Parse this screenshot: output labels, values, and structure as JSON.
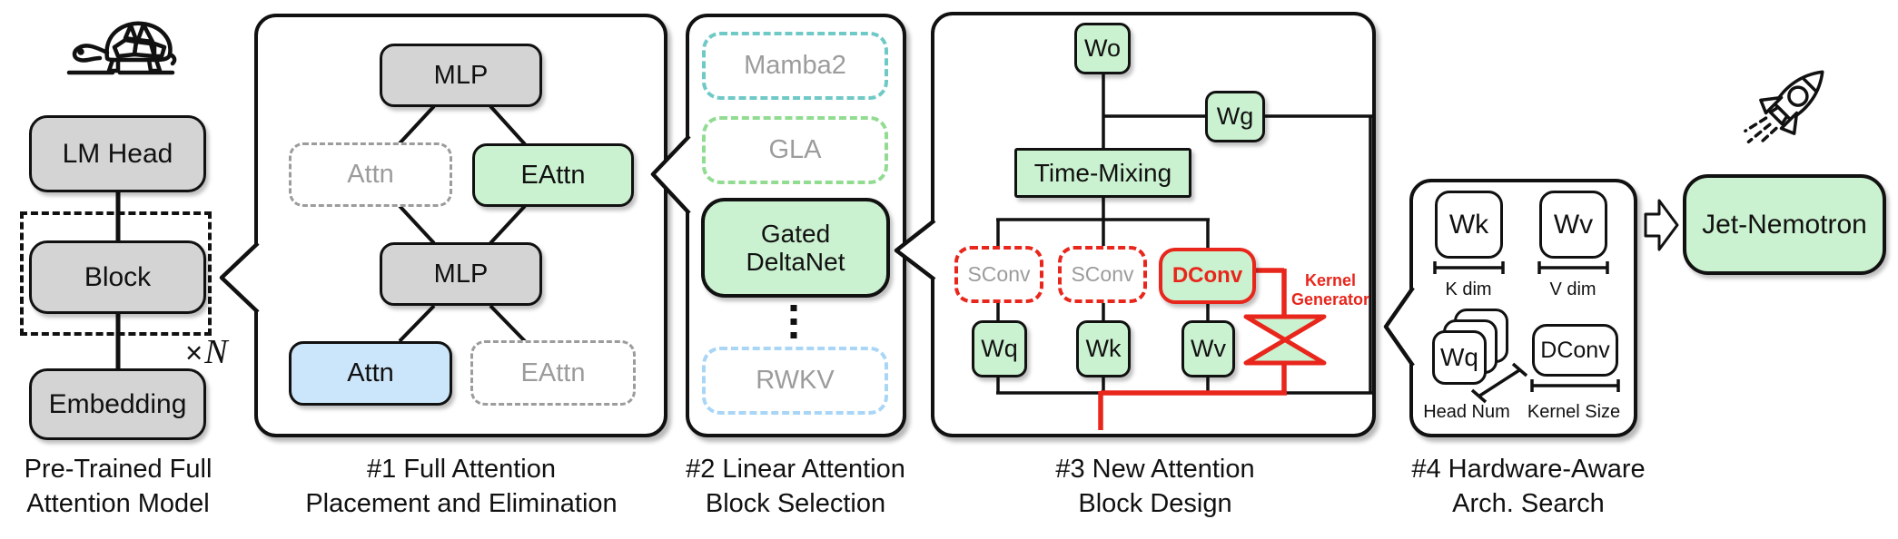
{
  "colors": {
    "box_gray": "#D4D4D4",
    "accent_green": "#CBF2D0",
    "accent_blue": "#CBE6FA",
    "accent_red": "#E8261C",
    "dash_teal": "#6FC9C6",
    "dash_green": "#92DC92",
    "dash_blue": "#A9D6F7",
    "muted_text": "#9C9C9C"
  },
  "pretrained": {
    "icon": "turtle-icon",
    "lm_head": "LM Head",
    "block": "Block",
    "embedding": "Embedding",
    "multiplier": "×",
    "multiplier_n": "N",
    "caption": [
      "Pre-Trained Full",
      "Attention Model"
    ]
  },
  "step1": {
    "caption": [
      "#1 Full Attention",
      "Placement and Elimination"
    ],
    "mlp_top": "MLP",
    "attn_pruned": "Attn",
    "eattn_selected": "EAttn",
    "mlp_bottom": "MLP",
    "attn_kept": "Attn",
    "eattn_pruned": "EAttn"
  },
  "step2": {
    "caption": [
      "#2 Linear Attention",
      "Block Selection"
    ],
    "candidate_mamba2": "Mamba2",
    "candidate_gla": "GLA",
    "selected": [
      "Gated",
      "DeltaNet"
    ],
    "candidate_rwkv": "RWKV"
  },
  "step3": {
    "caption": [
      "#3 New Attention",
      "Block Design"
    ],
    "wo": "Wo",
    "wg": "Wg",
    "time_mixing": "Time-Mixing",
    "sconv1": "SConv",
    "sconv2": "SConv",
    "dconv": "DConv",
    "kernel_generator": [
      "Kernel",
      "Generator"
    ],
    "wq": "Wq",
    "wk": "Wk",
    "wv": "Wv"
  },
  "step4": {
    "caption": [
      "#4 Hardware-Aware",
      "Arch. Search"
    ],
    "wk": "Wk",
    "wv": "Wv",
    "wq": "Wq",
    "dconv": "DConv",
    "k_dim": "K dim",
    "v_dim": "V dim",
    "head_num": "Head Num",
    "kernel_size": "Kernel Size"
  },
  "result": {
    "icon": "rocket-icon",
    "label": "Jet-Nemotron"
  }
}
